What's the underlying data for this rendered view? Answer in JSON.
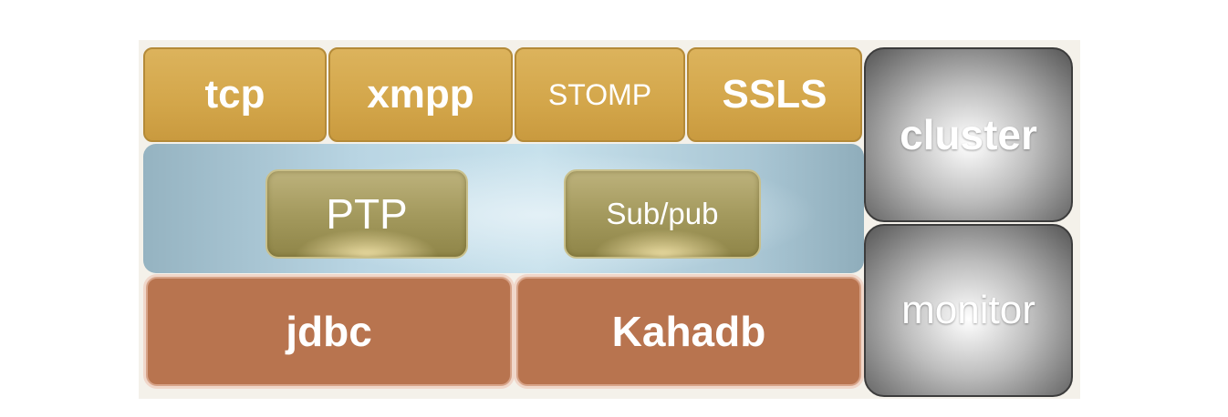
{
  "protocols": {
    "tcp": "tcp",
    "xmpp": "xmpp",
    "stomp": "STOMP",
    "ssls": "SSLS"
  },
  "messaging": {
    "ptp": "PTP",
    "subpub": "Sub/pub"
  },
  "persistence": {
    "jdbc": "jdbc",
    "kahadb": "Kahadb"
  },
  "services": {
    "cluster": "cluster",
    "monitor": "monitor"
  },
  "colors": {
    "protocol_fill": "#d3a64a",
    "broker_fill": "#b9d5e3",
    "mode_fill": "#a49a5e",
    "store_fill": "#b8744f",
    "service_fill": "#5a5a5a"
  }
}
